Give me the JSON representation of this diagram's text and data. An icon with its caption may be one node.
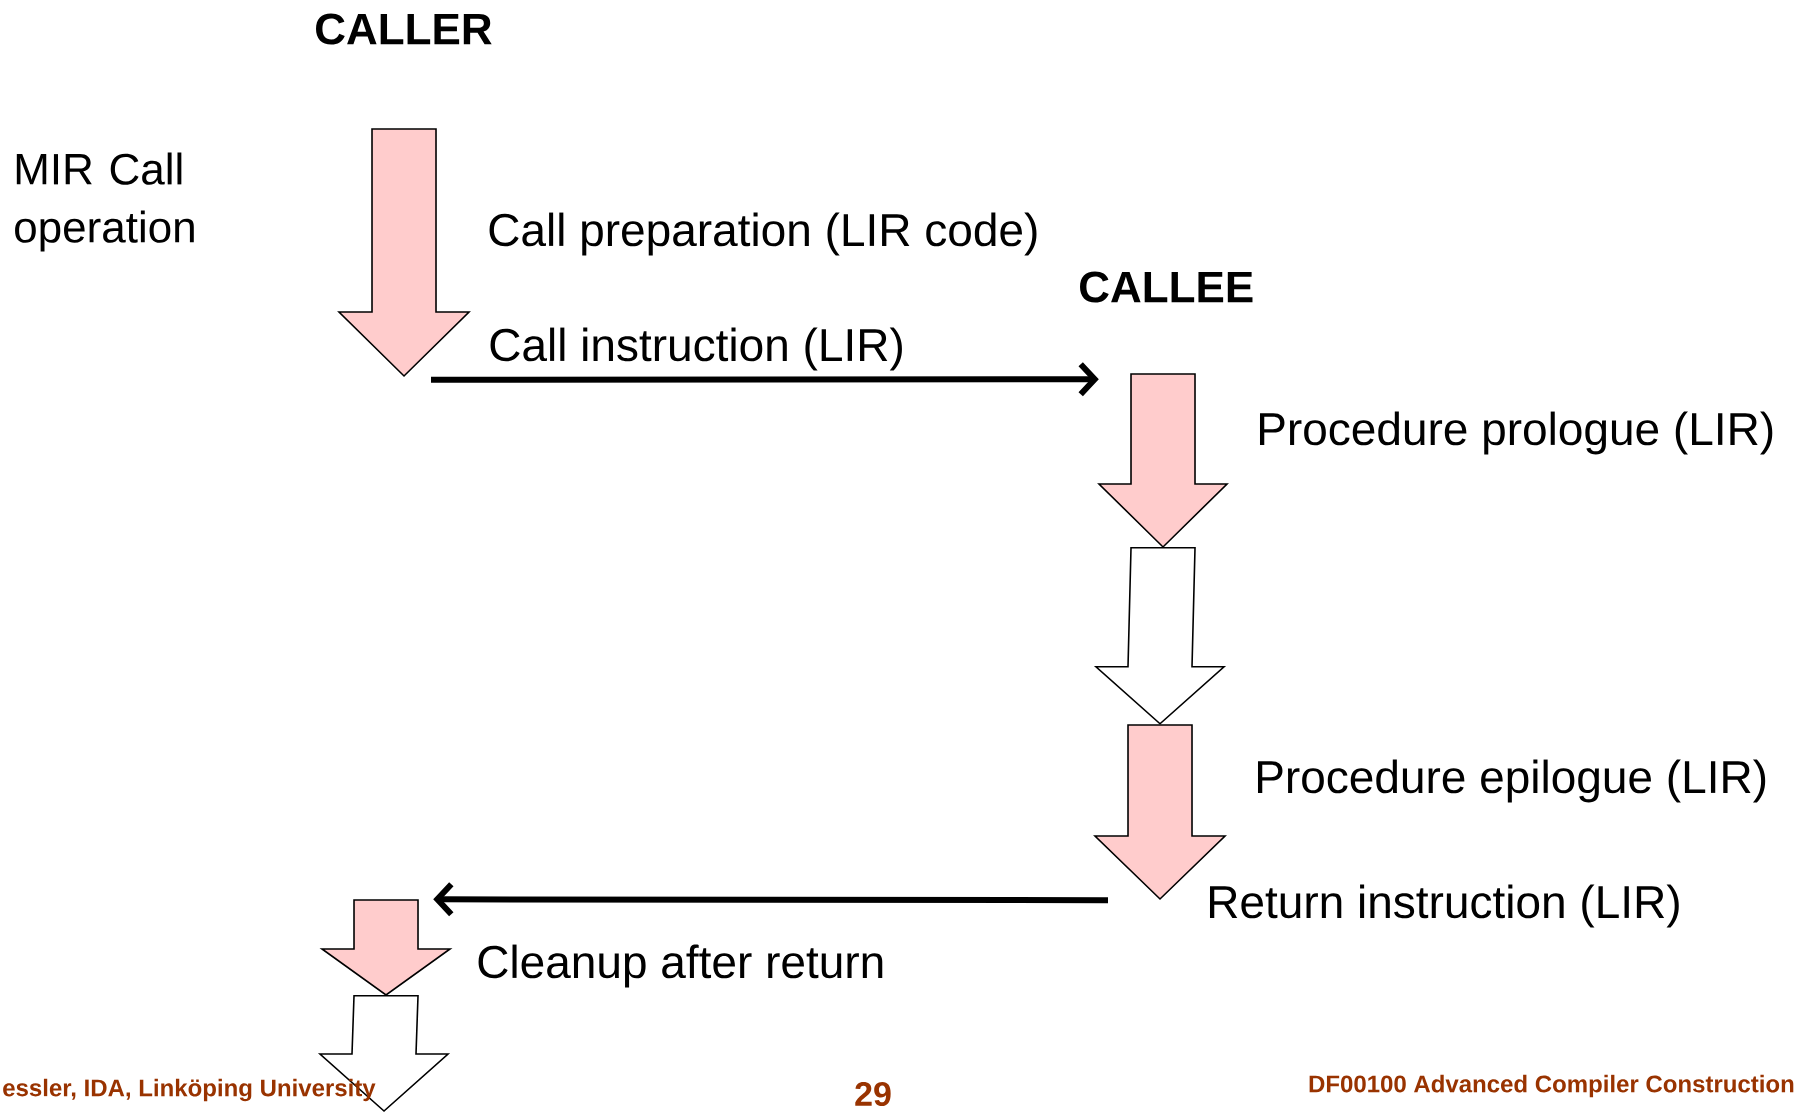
{
  "diagram": {
    "nodes": [
      {
        "text": [],
        "shape": "arrow",
        "beside": [
          "Call preparation (LIR code)"
        ]
      },
      {
        "text": [],
        "shape": "arrow",
        "beside": [
          "Procedure prologue (LIR)"
        ]
      },
      {
        "text": [],
        "shape": "arrow",
        "beside": [
          "Procedure epilogue (LIR)"
        ]
      },
      {
        "text": [],
        "shape": "arrow",
        "beside": [
          "Cleanup after return"
        ]
      }
    ],
    "edges": [
      {
        "from": 0,
        "to": 1,
        "arrow": "to",
        "label": "Call instruction (LIR)"
      },
      {
        "from": 1,
        "to": 2,
        "arrow": "to"
      },
      {
        "from": 2,
        "to": 3,
        "arrow": "to"
      },
      {
        "from": 3,
        "to": null,
        "arrow": "to"
      }
    ],
    "labels": [
      "CALLER",
      "MIR Call operation",
      "CALLEE",
      "Return instruction (LIR)",
      "essler, IDA, Linköping University",
      "29",
      "DF00100 Advanced Compiler Construction"
    ]
  }
}
